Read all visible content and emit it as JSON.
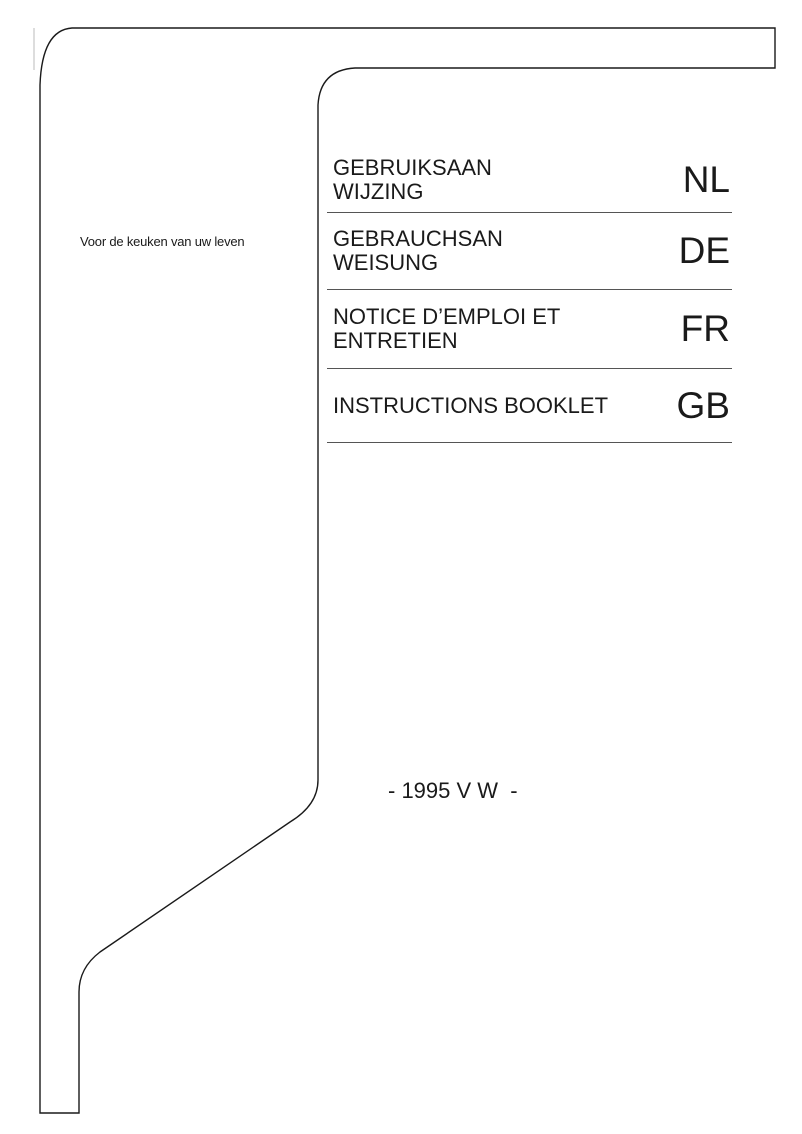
{
  "cover": {
    "tagline": "Voor de keuken van uw leven",
    "manuals": [
      {
        "title_line1": "GEBRUIKSAAN",
        "title_line2": "WIJZING",
        "lang": "NL"
      },
      {
        "title_line1": "GEBRAUCHSAN",
        "title_line2": "WEISUNG",
        "lang": "DE"
      },
      {
        "title_line1": "NOTICE D’EMPLOI ET",
        "title_line2": "ENTRETIEN",
        "lang": "FR"
      },
      {
        "title_line1": "INSTRUCTIONS BOOKLET",
        "title_line2": "",
        "lang": "GB"
      }
    ],
    "model_code": "- 1995 V W  -"
  },
  "colors": {
    "line": "#1a1a1a",
    "divider": "#555555",
    "background": "#ffffff"
  }
}
